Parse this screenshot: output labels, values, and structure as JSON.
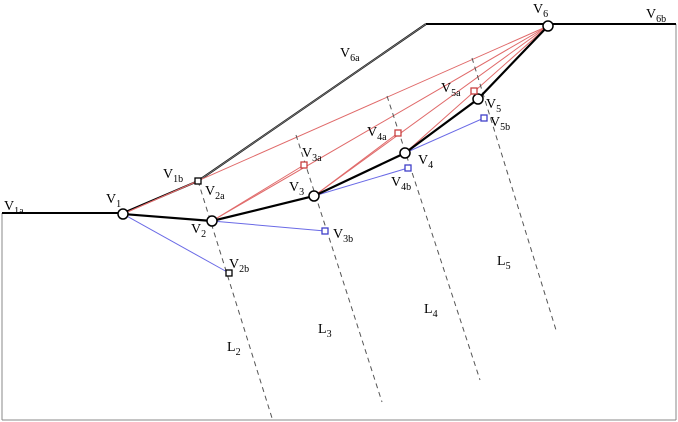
{
  "colors": {
    "boundary": "#000000",
    "surface_thin": "#7a7a7a",
    "red_lines": "#e06a6a",
    "blue_lines": "#6a6ae6",
    "dashed": "#555555",
    "marker_red": "#c84040",
    "marker_blue": "#4040c8"
  },
  "labels": {
    "v1a": {
      "main": "V",
      "sub": "1a"
    },
    "v1": {
      "main": "V",
      "sub": "1"
    },
    "v1b": {
      "main": "V",
      "sub": "1b"
    },
    "v2": {
      "main": "V",
      "sub": "2"
    },
    "v2a": {
      "main": "V",
      "sub": "2a"
    },
    "v2b": {
      "main": "V",
      "sub": "2b"
    },
    "v3": {
      "main": "V",
      "sub": "3"
    },
    "v3a": {
      "main": "V",
      "sub": "3a"
    },
    "v3b": {
      "main": "V",
      "sub": "3b"
    },
    "v4": {
      "main": "V",
      "sub": "4"
    },
    "v4a": {
      "main": "V",
      "sub": "4a"
    },
    "v4b": {
      "main": "V",
      "sub": "4b"
    },
    "v5": {
      "main": "V",
      "sub": "5"
    },
    "v5a": {
      "main": "V",
      "sub": "5a"
    },
    "v5b": {
      "main": "V",
      "sub": "5b"
    },
    "v6": {
      "main": "V",
      "sub": "6"
    },
    "v6a": {
      "main": "V",
      "sub": "6a"
    },
    "v6b": {
      "main": "V",
      "sub": "6b"
    },
    "l2": {
      "main": "L",
      "sub": "2"
    },
    "l3": {
      "main": "L",
      "sub": "3"
    },
    "l4": {
      "main": "L",
      "sub": "4"
    },
    "l5": {
      "main": "L",
      "sub": "5"
    }
  }
}
